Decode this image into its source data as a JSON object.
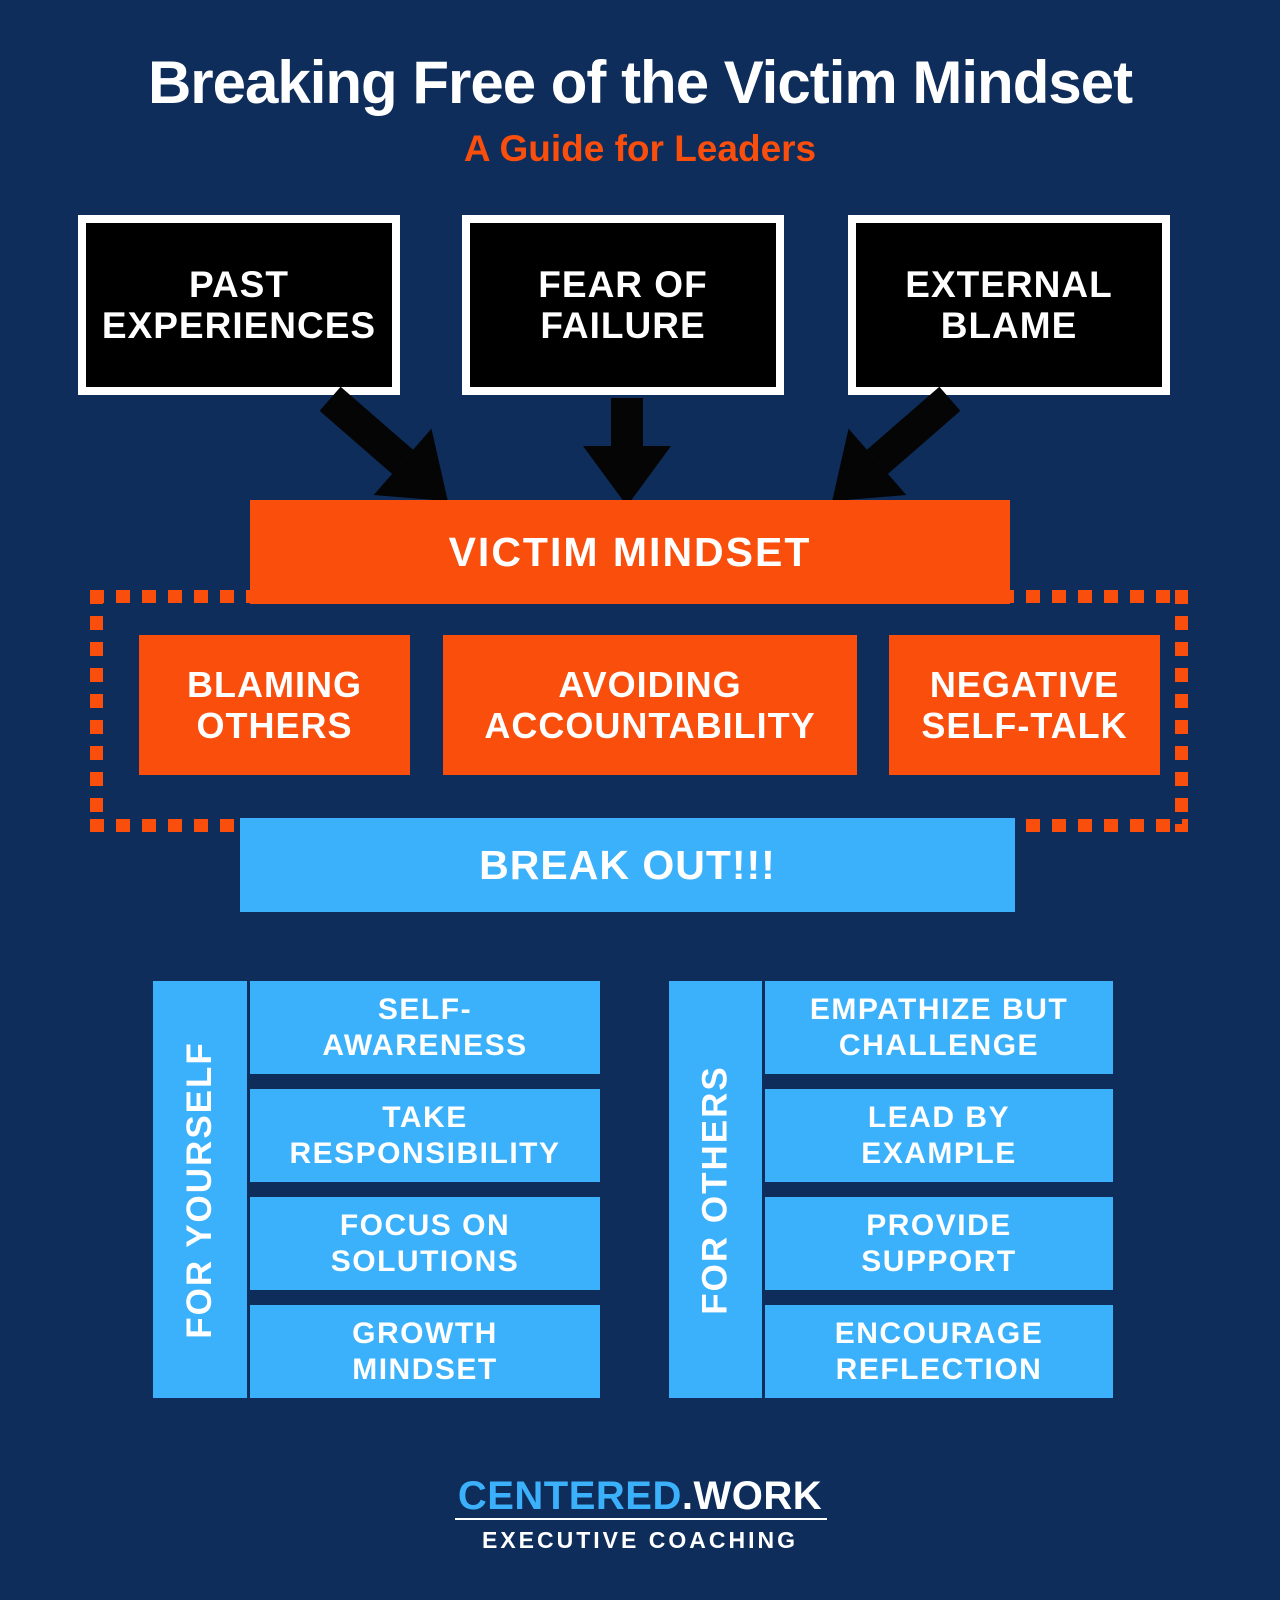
{
  "header": {
    "title": "Breaking Free of the Victim Mindset",
    "subtitle": "A Guide for Leaders"
  },
  "colors": {
    "background_navy": "#0e2d5b",
    "accent_orange": "#fa4e0d",
    "accent_blue": "#3bb0fb",
    "box_black": "#000000",
    "text_white": "#ffffff"
  },
  "causes": [
    {
      "label": "PAST\nEXPERIENCES"
    },
    {
      "label": "FEAR OF\nFAILURE"
    },
    {
      "label": "EXTERNAL\nBLAME"
    }
  ],
  "victim_mindset": {
    "label": "VICTIM MINDSET"
  },
  "symptoms": [
    {
      "label": "BLAMING\nOTHERS"
    },
    {
      "label": "AVOIDING\nACCOUNTABILITY"
    },
    {
      "label": "NEGATIVE\nSELF-TALK"
    }
  ],
  "break_out": {
    "label": "BREAK OUT!!!"
  },
  "strategies": {
    "yourself": {
      "title": "FOR YOURSELF",
      "items": [
        {
          "label": "SELF-\nAWARENESS"
        },
        {
          "label": "TAKE\nRESPONSIBILITY"
        },
        {
          "label": "FOCUS ON\nSOLUTIONS"
        },
        {
          "label": "GROWTH\nMINDSET"
        }
      ]
    },
    "others": {
      "title": "FOR OTHERS",
      "items": [
        {
          "label": "EMPATHIZE BUT\nCHALLENGE"
        },
        {
          "label": "LEAD BY\nEXAMPLE"
        },
        {
          "label": "PROVIDE\nSUPPORT"
        },
        {
          "label": "ENCOURAGE\nREFLECTION"
        }
      ]
    }
  },
  "footer": {
    "brand_primary": "CENTERED",
    "brand_secondary": ".WORK",
    "tagline": "EXECUTIVE COACHING"
  }
}
